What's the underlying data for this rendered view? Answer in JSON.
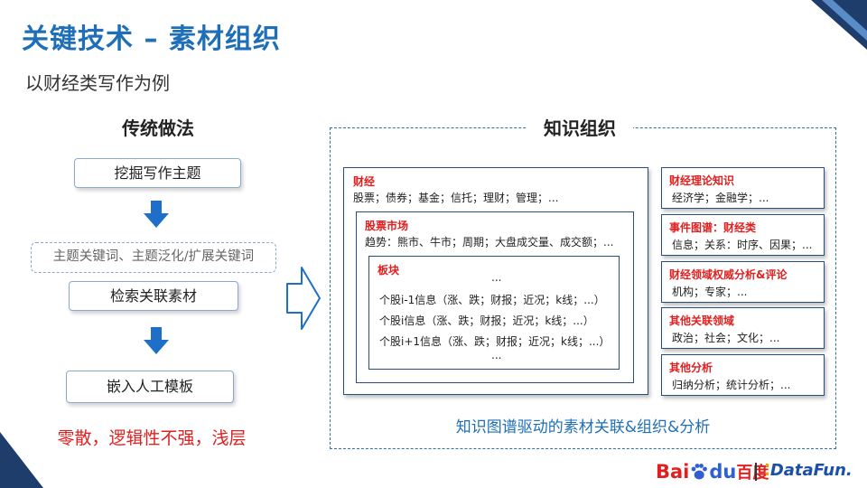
{
  "title": "关键技术 – 素材组织",
  "subtitle": "以财经类写作为例",
  "left": {
    "heading": "传统做法",
    "steps": [
      "挖掘写作主题",
      "主题关键词、主题泛化/扩展关键词",
      "检索关联素材",
      "嵌入人工模板"
    ],
    "conclusion": "零散，逻辑性不强，浅层"
  },
  "right": {
    "heading": "知识组织",
    "finance": {
      "title": "财经",
      "items": "股票；债券；基金；信托；理财；管理；...",
      "stock_market": {
        "title": "股票市场",
        "items": "趋势：熊市、牛市；周期；大盘成交量、成交额；...",
        "sector": {
          "title": "板块",
          "ellipsis_top": "...",
          "lines": [
            "个股i-1信息（涨、跌；财报；近况；k线；...）",
            "个股i信息（涨、跌；财报；近况；k线；...）",
            "个股i+1信息（涨、跌；财报；近况；k线；...）"
          ],
          "ellipsis_bottom": "..."
        }
      }
    },
    "side_boxes": [
      {
        "title": "财经理论知识",
        "items": "经济学；金融学；..."
      },
      {
        "title": "事件图谱：财经类",
        "items": "信息；关系：时序、因果；..."
      },
      {
        "title": "财经领域权威分析&评论",
        "items": "机构；专家；..."
      },
      {
        "title": "其他关联领域",
        "items": "政治；社会；文化；..."
      },
      {
        "title": "其他分析",
        "items": "归纳分析；统计分析；..."
      }
    ],
    "caption": "知识图谱驱动的素材关联&组织&分析"
  },
  "logos": {
    "baidu_bai": "Bai",
    "baidu_du": "du",
    "baidu_cn": "百度",
    "datafun": "DataFun."
  },
  "colors": {
    "accent_blue": "#1f6fb8",
    "arrow_blue": "#1f6fc8",
    "highlight_red": "#e02020",
    "box_border": "#2b4c7e",
    "corner_navy": "#1e3d6b"
  }
}
